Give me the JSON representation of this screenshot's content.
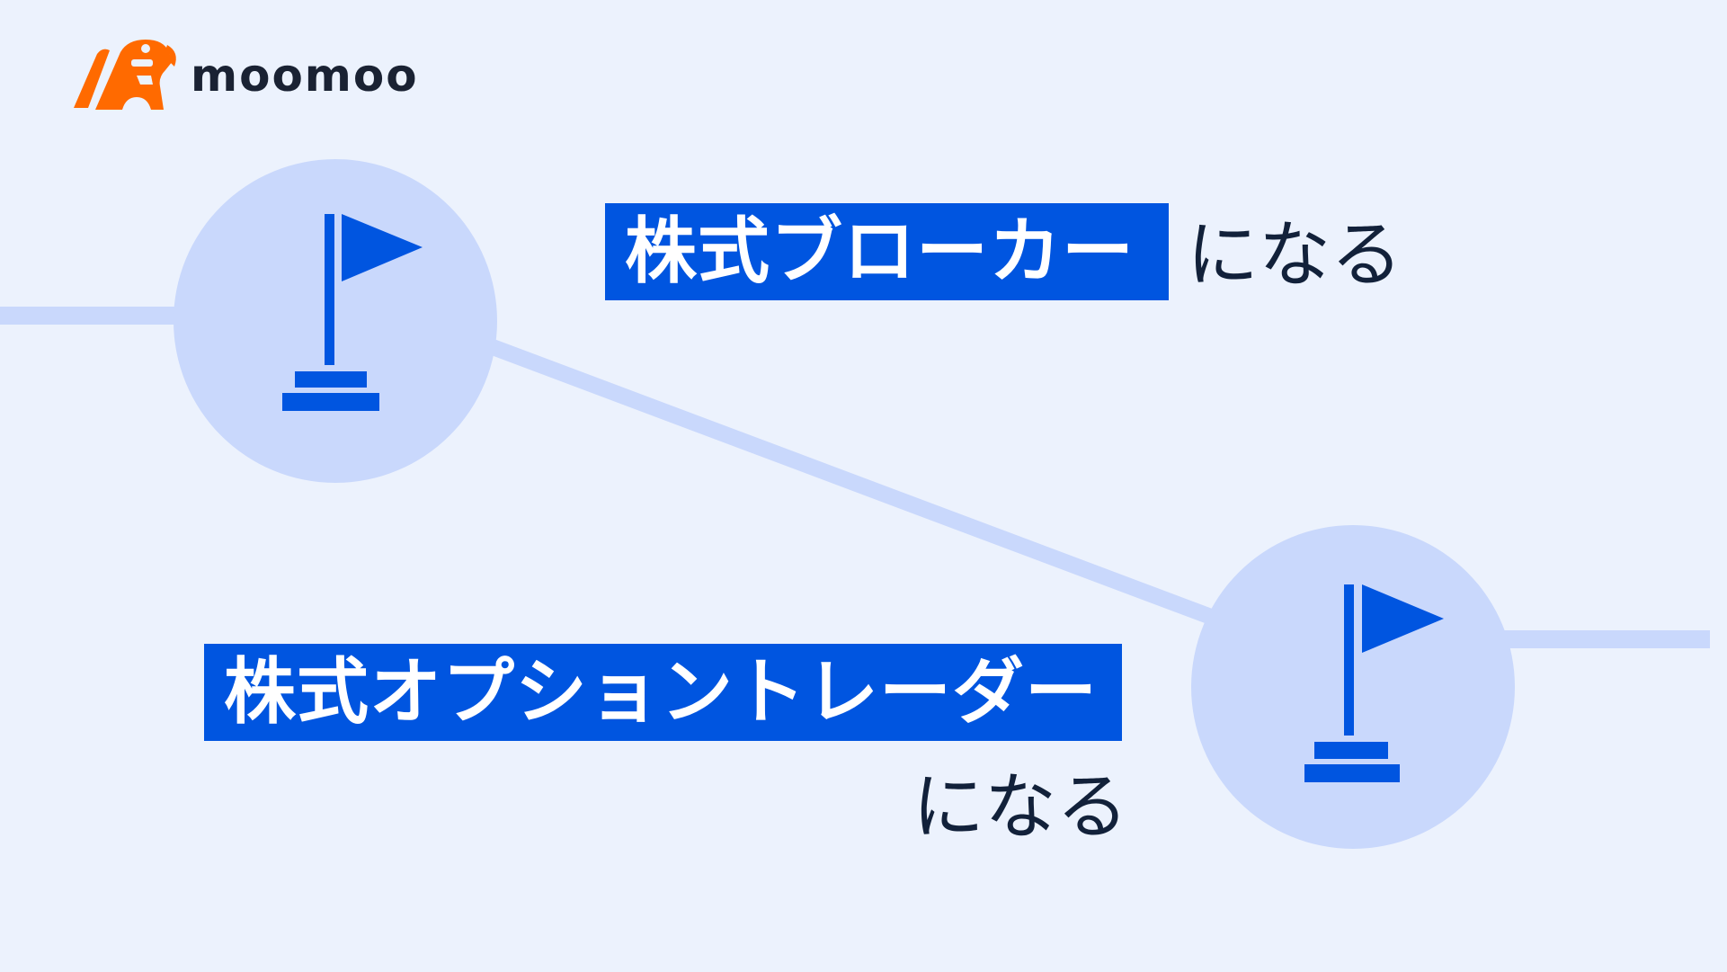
{
  "brand": {
    "name": "moomoo",
    "logo_color": "#ff6a00",
    "wordmark_color": "#1a2233"
  },
  "colors": {
    "background": "#ecf2fd",
    "path_line": "#c9d8fc",
    "node_circle": "#c9d8fc",
    "flag": "#0055e0",
    "highlight_bg": "#0055e0",
    "highlight_text": "#ffffff",
    "plain_text": "#12213a"
  },
  "milestones": [
    {
      "highlight": "株式ブローカー",
      "suffix": "になる",
      "icon": "flag-icon"
    },
    {
      "highlight": "株式オプショントレーダー",
      "suffix": "になる",
      "icon": "flag-icon"
    }
  ]
}
